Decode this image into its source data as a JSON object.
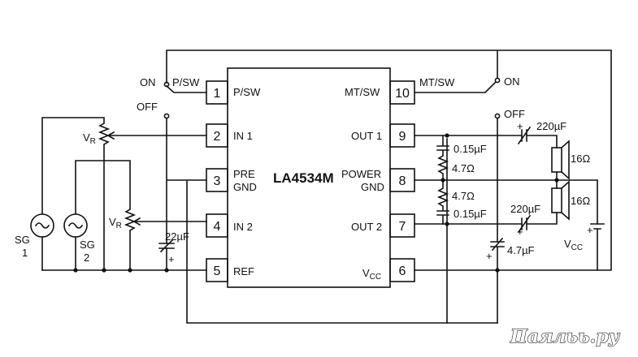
{
  "chip": {
    "name": "LA4534M"
  },
  "pins": [
    {
      "num": "1",
      "label": "P/SW"
    },
    {
      "num": "2",
      "label": "IN 1"
    },
    {
      "num": "3",
      "label_top": "PRE",
      "label_bottom": "GND"
    },
    {
      "num": "4",
      "label": "IN 2"
    },
    {
      "num": "5",
      "label": "REF"
    },
    {
      "num": "6",
      "label_main": "V",
      "label_sub": "CC"
    },
    {
      "num": "7",
      "label": "OUT 2"
    },
    {
      "num": "8",
      "label_top": "POWER",
      "label_bottom": "GND"
    },
    {
      "num": "9",
      "label": "OUT 1"
    },
    {
      "num": "10",
      "label": "MT/SW"
    }
  ],
  "switches": {
    "left_on": "ON",
    "left_name": "P/SW",
    "left_off": "OFF",
    "right_on": "ON",
    "right_name": "MT/SW",
    "right_off": "OFF"
  },
  "components": {
    "vr1": {
      "main": "V",
      "sub": "R"
    },
    "vr2": {
      "main": "V",
      "sub": "R"
    },
    "sg1": {
      "line1": "SG",
      "line2": "1"
    },
    "sg2": {
      "line1": "SG",
      "line2": "2"
    },
    "c_ref": "22µF",
    "c1": "0.15µF",
    "r1": "4.7Ω",
    "r2": "4.7Ω",
    "c2": "0.15µF",
    "c_out1": "220µF",
    "c_out2": "220µF",
    "spk1": "16Ω",
    "spk2": "16Ω",
    "c_vcc": "4.7µF",
    "vcc": {
      "main": "V",
      "sub": "CC"
    },
    "plus": "+"
  },
  "watermark": "Паяльь.ру"
}
